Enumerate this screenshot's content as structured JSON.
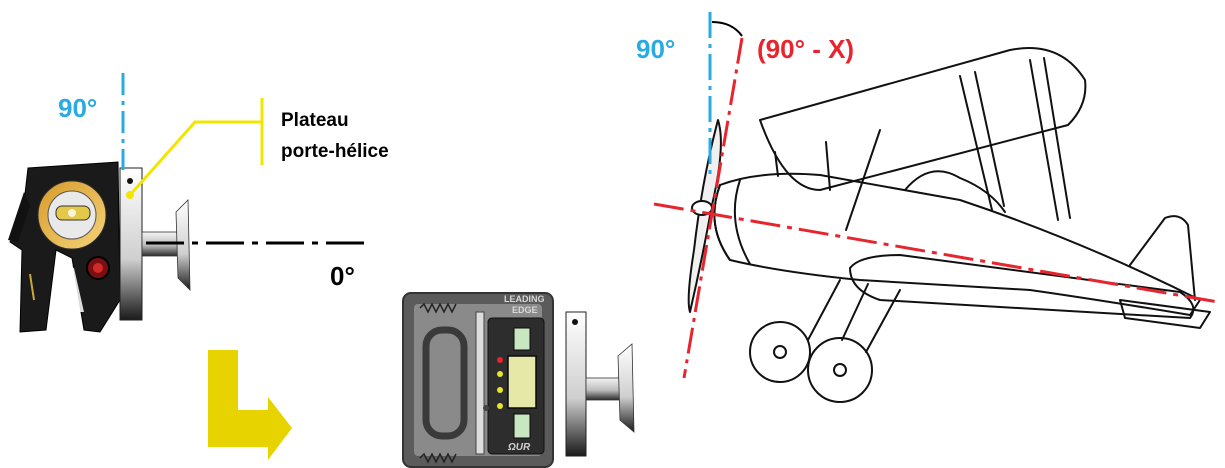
{
  "labels": {
    "left_90": "90°",
    "plate_line1": "Plateau",
    "plate_line2": "porte-hélice",
    "zero": "0°",
    "right_90": "90°",
    "right_angle": "(90° - X)"
  },
  "device": {
    "brand_line1": "LEADING",
    "brand_line2": "EDGE",
    "logo": "ΩUR"
  },
  "colors": {
    "cyan": "#29abe2",
    "yellow": "#f2e500",
    "red": "#e8252e",
    "black": "#000000",
    "arrow_yellow": "#e6d300"
  }
}
